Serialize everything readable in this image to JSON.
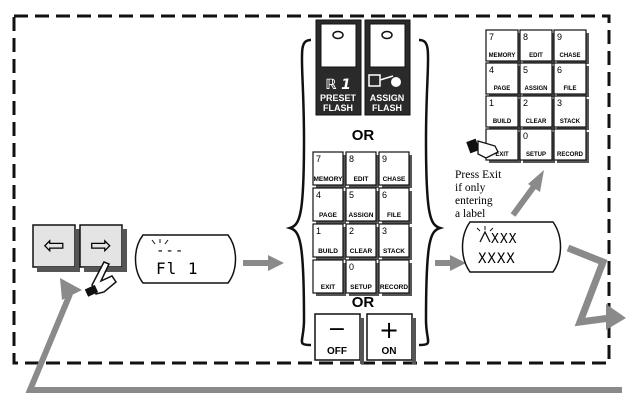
{
  "soft_buttons": {
    "preset_flash": {
      "glyphs": "ℝ 1",
      "line1": "PRESET",
      "line2": "FLASH"
    },
    "assign_flash": {
      "line1": "ASSIGN",
      "line2": "FLASH"
    }
  },
  "or_label": "OR",
  "keypad_keys": [
    {
      "num": "7",
      "label": "MEMORY"
    },
    {
      "num": "8",
      "label": "EDIT"
    },
    {
      "num": "9",
      "label": "CHASE"
    },
    {
      "num": "4",
      "label": "PAGE"
    },
    {
      "num": "5",
      "label": "ASSIGN"
    },
    {
      "num": "6",
      "label": "FILE"
    },
    {
      "num": "1",
      "label": "BUILD"
    },
    {
      "num": "2",
      "label": "CLEAR"
    },
    {
      "num": "3",
      "label": "STACK"
    },
    {
      "num": "",
      "label": "EXIT"
    },
    {
      "num": "0",
      "label": "SETUP"
    },
    {
      "num": "",
      "label": "RECORD"
    }
  ],
  "level_buttons": {
    "minus": {
      "symbol": "−",
      "label": "OFF"
    },
    "plus": {
      "symbol": "+",
      "label": "ON"
    }
  },
  "arrow_keys": {
    "left": "⇦",
    "right": "⇨"
  },
  "display_left": {
    "line1": "---",
    "line2": "Fl 1"
  },
  "display_right": {
    "line1": "XXX",
    "line2": "XXXX"
  },
  "note": [
    "Press Exit",
    "if only",
    "entering",
    "a label"
  ]
}
